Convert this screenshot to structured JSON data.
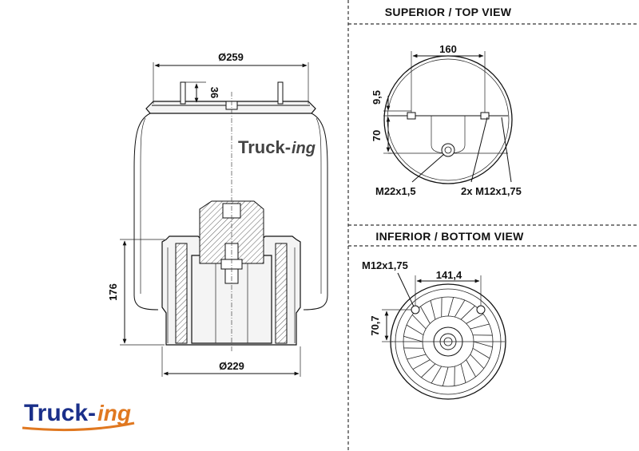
{
  "brand": {
    "name_main": "Truck-",
    "name_suffix": "ing",
    "color_main": "#1a2f8a",
    "color_suffix": "#e07820"
  },
  "headings": {
    "top_view": "SUPERIOR / TOP VIEW",
    "bottom_view": "INFERIOR / BOTTOM VIEW"
  },
  "side_view": {
    "top_diameter": "Ø259",
    "bottom_diameter": "Ø229",
    "height": "176",
    "stud_height": "36",
    "watermark_main": "Truck-",
    "watermark_suffix": "ing"
  },
  "top_view": {
    "stud_spacing": "160",
    "offset_small": "9,5",
    "offset_large": "70",
    "center_thread": "M22x1,5",
    "stud_thread": "2x M12x1,75"
  },
  "bottom_view": {
    "thread": "M12x1,75",
    "spacing": "141,4",
    "offset": "70,7"
  }
}
